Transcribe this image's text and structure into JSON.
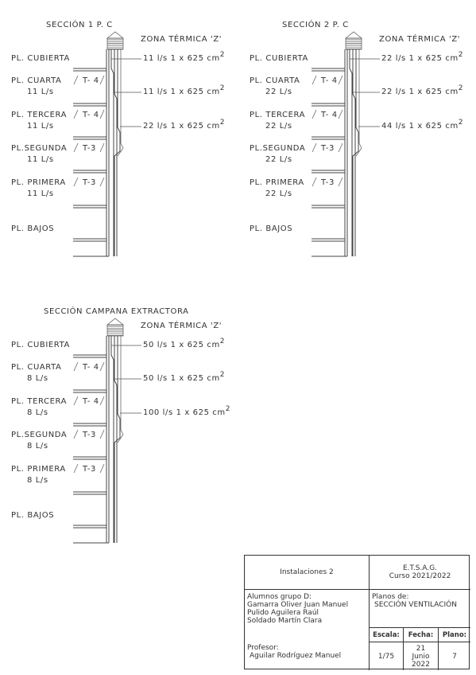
{
  "sections": [
    {
      "title": "SECCIÓN 1 P. C",
      "zone": "ZONA TÉRMICA 'Z'",
      "floors": [
        {
          "label": "PL. CUBIERTA",
          "sub": "",
          "flow": ""
        },
        {
          "label": "PL. CUARTA",
          "tramo": "T- 4",
          "flow": "11 L/s"
        },
        {
          "label": "PL. TERCERA",
          "tramo": "T- 4",
          "flow": "11 L/s"
        },
        {
          "label": "PL.SEGUNDA",
          "tramo": "T-3",
          "flow": "11 L/s"
        },
        {
          "label": "PL. PRIMERA",
          "tramo": "T-3",
          "flow": "11 L/s"
        },
        {
          "label": "PL. BAJOS",
          "tramo": "",
          "flow": ""
        }
      ],
      "ducts": [
        "11 l/s 1 x 625 cm",
        "11 l/s 1 x 625 cm",
        "22 l/s 1 x 625 cm"
      ]
    },
    {
      "title": "SECCIÓN 2 P. C",
      "zone": "ZONA TÉRMICA 'Z'",
      "floors": [
        {
          "label": "PL. CUBIERTA",
          "sub": "",
          "flow": ""
        },
        {
          "label": "PL. CUARTA",
          "tramo": "T- 4",
          "flow": "22 L/s"
        },
        {
          "label": "PL. TERCERA",
          "tramo": "T- 4",
          "flow": "22 L/s"
        },
        {
          "label": "PL.SEGUNDA",
          "tramo": "T-3",
          "flow": "22 L/s"
        },
        {
          "label": "PL. PRIMERA",
          "tramo": "T-3",
          "flow": "22 L/s"
        },
        {
          "label": "PL. BAJOS",
          "tramo": "",
          "flow": ""
        }
      ],
      "ducts": [
        "22 l/s 1 x 625 cm",
        "22 l/s 1 x 625 cm",
        "44 l/s 1 x 625 cm"
      ]
    },
    {
      "title": "SECCIÓN CAMPANA EXTRACTORA",
      "zone": "ZONA TÉRMICA 'Z'",
      "floors": [
        {
          "label": "PL. CUBIERTA",
          "sub": "",
          "flow": ""
        },
        {
          "label": "PL. CUARTA",
          "tramo": "T- 4",
          "flow": "8 L/s"
        },
        {
          "label": "PL. TERCERA",
          "tramo": "T- 4",
          "flow": "8 L/s"
        },
        {
          "label": "PL.SEGUNDA",
          "tramo": "T-3",
          "flow": "8 L/s"
        },
        {
          "label": "PL. PRIMERA",
          "tramo": "T-3",
          "flow": "8 L/s"
        },
        {
          "label": "PL. BAJOS",
          "tramo": "",
          "flow": ""
        }
      ],
      "ducts": [
        "50 l/s 1 x 625 cm",
        "50 l/s 1 x 625 cm",
        "100 l/s 1 x 625 cm"
      ]
    }
  ],
  "superscript": "2",
  "titleblock": {
    "subject": "Instalaciones 2",
    "school": "E.T.S.A.G.",
    "course": "Curso 2021/2022",
    "students_label": "Alumnos grupo D:",
    "students": [
      "Gamarra Oliver Juan Manuel",
      "Pulido Aguilera Raúl",
      "Soldado Martín Clara"
    ],
    "plans_label": "Planos de:",
    "plans_value": "SECCIÓN VENTILACIÓN",
    "professor_label": "Profesor:",
    "professor": "Aguilar Rodríguez Manuel",
    "scale_label": "Escala:",
    "scale_value": "1/75",
    "date_label": "Fecha:",
    "date_value": "21 Junio 2022",
    "plan_label": "Plano:",
    "plan_value": "7"
  }
}
